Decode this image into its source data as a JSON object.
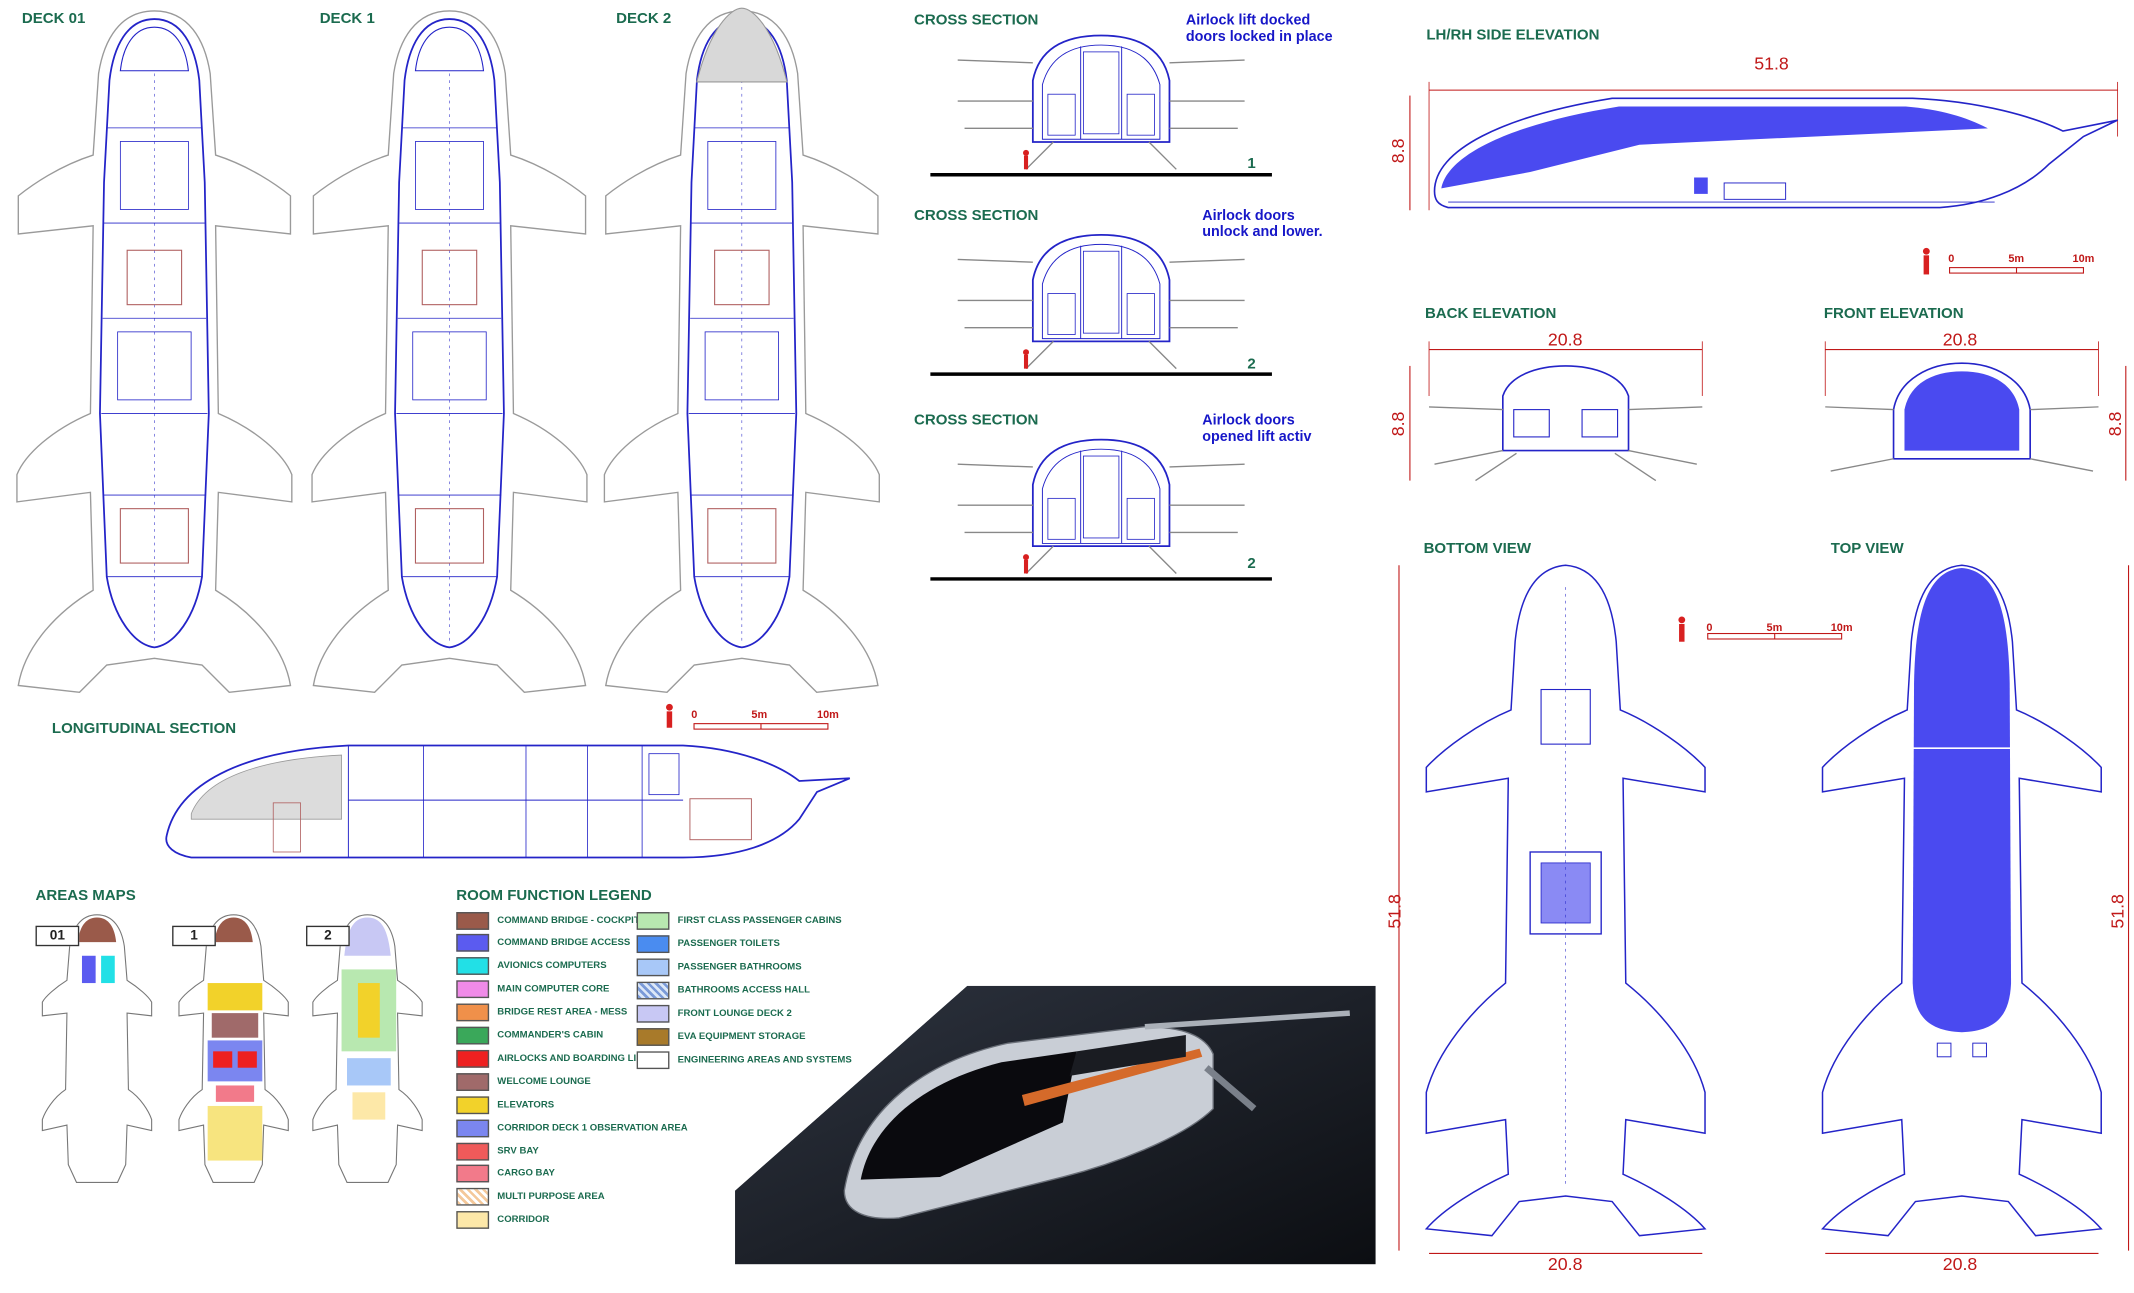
{
  "labels": {
    "deck01": "DECK 01",
    "deck1": "DECK 1",
    "deck2": "DECK 2",
    "longitudinal": "LONGITUDINAL SECTION",
    "areas_maps": "AREAS MAPS",
    "legend_title": "ROOM FUNCTION LEGEND",
    "cross1": "CROSS SECTION",
    "cross2": "CROSS SECTION",
    "cross3": "CROSS SECTION",
    "side_elev": "LH/RH SIDE ELEVATION",
    "back_elev": "BACK ELEVATION",
    "front_elev": "FRONT ELEVATION",
    "bottom_view": "BOTTOM VIEW",
    "top_view": "TOP VIEW"
  },
  "cross_notes": {
    "n1_line1": "Airlock lift docked",
    "n1_line2": "doors locked in place",
    "n2_line1": "Airlock doors",
    "n2_line2": "unlock and lower.",
    "n3_line1": "Airlock doors",
    "n3_line2": "opened lift activ",
    "num1": "1",
    "num2": "2",
    "num3": "2"
  },
  "area_decks": {
    "d01": "01",
    "d1": "1",
    "d2": "2"
  },
  "scale_bar": {
    "zero": "0",
    "mid": "5m",
    "end": "10m"
  },
  "dimensions": {
    "side_length": "51.8",
    "side_height": "8.8",
    "back_width": "20.8",
    "back_height": "8.8",
    "front_width": "20.8",
    "front_height": "8.8",
    "bottom_length": "51.8",
    "bottom_width": "20.8",
    "top_length": "51.8",
    "top_width": "20.8"
  },
  "legend": [
    {
      "label": "COMMAND BRIDGE - COCKPIT",
      "color": "#9a5a4a"
    },
    {
      "label": "COMMAND BRIDGE ACCESS",
      "color": "#5b5bf0"
    },
    {
      "label": "AVIONICS COMPUTERS",
      "color": "#22e0e6"
    },
    {
      "label": "MAIN COMPUTER CORE",
      "color": "#f08ae8"
    },
    {
      "label": "BRIDGE REST AREA - MESS",
      "color": "#f0904a"
    },
    {
      "label": "COMMANDER'S CABIN",
      "color": "#3aa85a"
    },
    {
      "label": "AIRLOCKS AND BOARDING LIFT",
      "color": "#ee2020"
    },
    {
      "label": "WELCOME LOUNGE",
      "color": "#a06a6a"
    },
    {
      "label": "ELEVATORS",
      "color": "#f2d22a"
    },
    {
      "label": "CORRIDOR DECK 1 OBSERVATION AREA",
      "color": "#7b86f0"
    },
    {
      "label": "SRV BAY",
      "color": "#f05a5a"
    },
    {
      "label": "CARGO BAY",
      "color": "#f27a8a"
    },
    {
      "label": "MULTI PURPOSE AREA",
      "color": "#f4c89a"
    },
    {
      "label": "CORRIDOR",
      "color": "#fde8a8"
    },
    {
      "label": "FIRST CLASS PASSENGER CABINS",
      "color": "#b8e8b0"
    },
    {
      "label": "PASSENGER TOILETS",
      "color": "#4a8cf0"
    },
    {
      "label": "PASSENGER BATHROOMS",
      "color": "#a8c8f8"
    },
    {
      "label": "BATHROOMS ACCESS HALL",
      "color": "#9ab8e8"
    },
    {
      "label": "FRONT LOUNGE DECK 2",
      "color": "#c8c8f4"
    },
    {
      "label": "EVA EQUIPMENT STORAGE",
      "color": "#a87a2a"
    },
    {
      "label": "ENGINEERING AREAS AND SYSTEMS",
      "color": "#ffffff"
    }
  ],
  "colors": {
    "line_blue": "#2424c8",
    "fill_blue": "#4a4af0",
    "dim_red": "#c01818",
    "label_green": "#1b6b4f",
    "grey_line": "#9a9a9a"
  }
}
